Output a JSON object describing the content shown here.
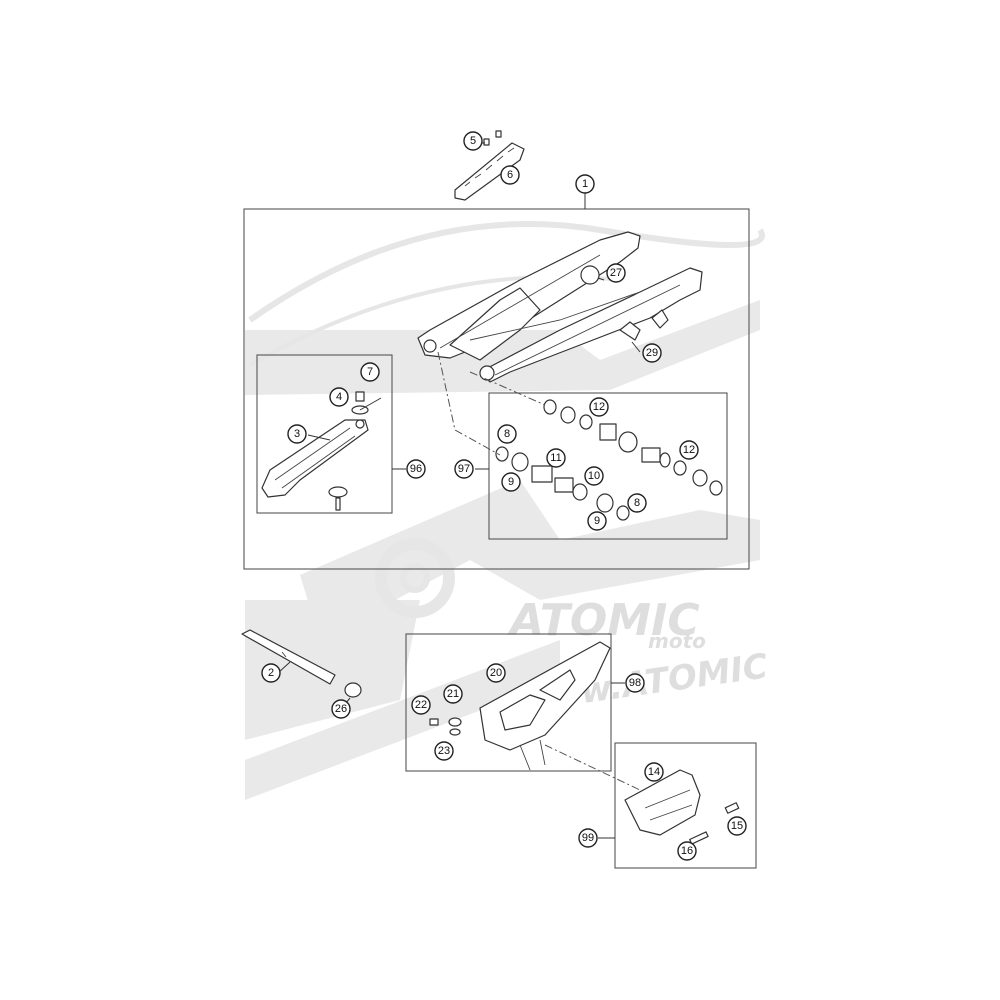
{
  "watermark": {
    "brand_primary": "ATOMIC",
    "brand_secondary": "moto",
    "url_text": "www.ATOMIC",
    "color": "#e6e6e6"
  },
  "callouts": [
    {
      "id": "c5",
      "label": "5"
    },
    {
      "id": "c6",
      "label": "6"
    },
    {
      "id": "c1",
      "label": "1"
    },
    {
      "id": "c27",
      "label": "27"
    },
    {
      "id": "c29",
      "label": "29"
    },
    {
      "id": "c7",
      "label": "7"
    },
    {
      "id": "c4",
      "label": "4"
    },
    {
      "id": "c3",
      "label": "3"
    },
    {
      "id": "c96",
      "label": "96"
    },
    {
      "id": "c12a",
      "label": "12"
    },
    {
      "id": "c8a",
      "label": "8"
    },
    {
      "id": "c11",
      "label": "11"
    },
    {
      "id": "c10",
      "label": "10"
    },
    {
      "id": "c12b",
      "label": "12"
    },
    {
      "id": "c97",
      "label": "97"
    },
    {
      "id": "c9a",
      "label": "9"
    },
    {
      "id": "c8b",
      "label": "8"
    },
    {
      "id": "c9b",
      "label": "9"
    },
    {
      "id": "c2",
      "label": "2"
    },
    {
      "id": "c26",
      "label": "26"
    },
    {
      "id": "c20",
      "label": "20"
    },
    {
      "id": "c98",
      "label": "98"
    },
    {
      "id": "c22",
      "label": "22"
    },
    {
      "id": "c21",
      "label": "21"
    },
    {
      "id": "c23",
      "label": "23"
    },
    {
      "id": "c14",
      "label": "14"
    },
    {
      "id": "c15",
      "label": "15"
    },
    {
      "id": "c99",
      "label": "99"
    },
    {
      "id": "c16",
      "label": "16"
    }
  ]
}
